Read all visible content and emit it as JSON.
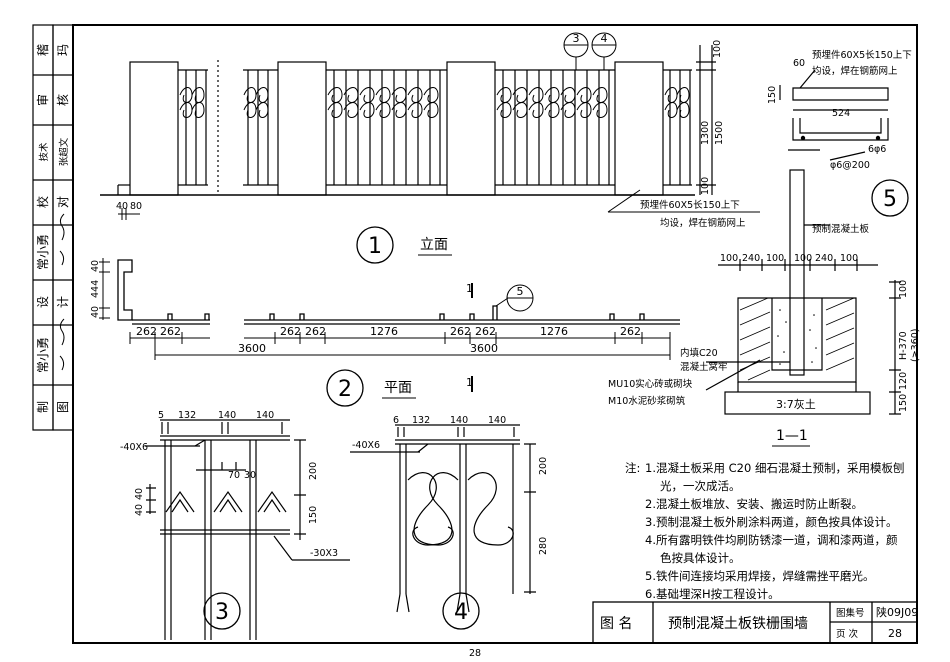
{
  "sidebar": {
    "cells": [
      {
        "role": "稽",
        "sig": "玛"
      },
      {
        "role": "审",
        "sig": "核"
      },
      {
        "role": "技术",
        "sig": "张超文"
      },
      {
        "role": "校",
        "sig": "对"
      },
      {
        "role": "常小勇",
        "sig": ""
      },
      {
        "role": "设",
        "sig": "计"
      },
      {
        "role": "常小勇",
        "sig": ""
      },
      {
        "role": "制",
        "sig": "图"
      }
    ]
  },
  "elevation": {
    "view_label": "立面",
    "view_number": "1",
    "callout_refs": [
      "3",
      "4"
    ],
    "dims_top": {
      "d100": "100",
      "d1300": "1300",
      "d1500": "1500",
      "d100b": "100"
    },
    "dims_bottom": [
      "40",
      "80"
    ],
    "embed_note_line1": "预埋件60X5长150上下",
    "embed_note_line2": "均设，焊在钢筋网上"
  },
  "plan": {
    "view_label": "平面",
    "view_number": "2",
    "cut_mark": "1",
    "callout_ref": "5",
    "left_dims": [
      "40",
      "444",
      "40"
    ],
    "segments": [
      "262",
      "262",
      "262",
      "262",
      "1276",
      "262",
      "262",
      "1276",
      "262"
    ],
    "total_left": "3600",
    "total_right": "3600"
  },
  "detail_section": {
    "top_note_line1": "预埋件60X5长150上下",
    "top_note_line2": "均设，焊在钢筋网上",
    "top_dims": [
      "60",
      "524",
      "150",
      "100"
    ],
    "rebar1": "6φ6",
    "rebar2": "φ6@200",
    "circle_number": "5",
    "panel_label": "预制混凝土板",
    "widths": [
      "100",
      "240",
      "100",
      "100",
      "240",
      "100"
    ],
    "right_dims": [
      "100",
      "H-370",
      "(≥360)",
      "120",
      "150"
    ],
    "fill_label_1": "内填C20",
    "fill_label_2": "混凝土窝牢",
    "masonry_label_1": "MU10实心砖或砌块",
    "masonry_label_2": "M10水泥砂浆砌筑",
    "base_label": "3:7灰土",
    "section_label": "1—1"
  },
  "detail3": {
    "number": "3",
    "dims_top": [
      "5",
      "132",
      "140",
      "140"
    ],
    "bar_label": "-40X6",
    "mid_dims": [
      "70",
      "30"
    ],
    "left_dims": [
      "40",
      "40"
    ],
    "right_dims": [
      "200",
      "150"
    ],
    "flat_bar": "-30X3"
  },
  "detail4": {
    "number": "4",
    "dims_top": [
      "6",
      "132",
      "140",
      "140"
    ],
    "bar_label": "-40X6",
    "right_dims": [
      "200",
      "280"
    ]
  },
  "notes": {
    "prefix": "注:",
    "items": [
      "1.混凝土板采用 C20 细石混凝土预制，采用模板刨",
      "光，一次成活。",
      "2.混凝土板堆放、安装、搬运时防止断裂。",
      "3.预制混凝土板外刷涂料两道，颜色按具体设计。",
      "4.所有露明铁件均刷防锈漆一道，调和漆两道，颜",
      "色按具体设计。",
      "5.铁件间连接均采用焊接，焊缝需挫平磨光。",
      "6.基础埋深H按工程设计。"
    ]
  },
  "title_block": {
    "name_label": "图  名",
    "name_value": "预制混凝土板铁栅围墙",
    "atlas_label": "图集号",
    "atlas_value": "陕09J09",
    "page_label": "页  次",
    "page_value": "28"
  },
  "page_number": "28"
}
